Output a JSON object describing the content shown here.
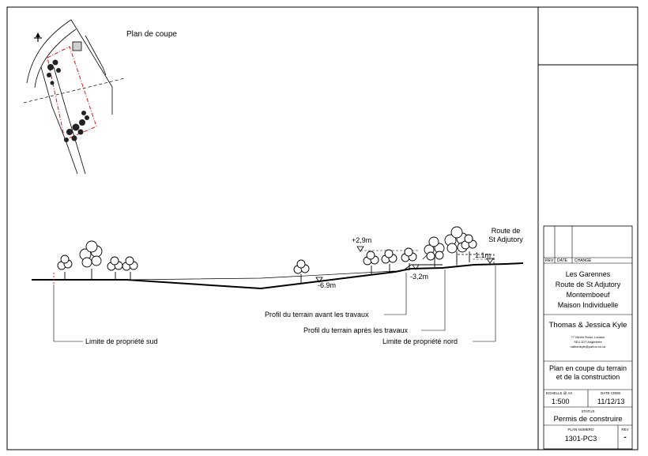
{
  "key_plan": {
    "title": "Plan de coupe"
  },
  "section": {
    "road_label_line1": "Route de",
    "road_label_line2": "St Adjutory",
    "level_plus29": "+2,9m",
    "level_11": "1.1m",
    "level_32": "-3,2m",
    "level_69": "-6.9m",
    "callout_profile_before": "Profil du terrain avant les travaux",
    "callout_profile_after": "Profil du terrain après les travaux",
    "callout_limit_north": "Limite de propriété nord",
    "callout_limit_south": "Limite de propriété sud"
  },
  "title_block": {
    "rev_header": {
      "rev": "REV",
      "date": "DATE",
      "change": "CHANGE"
    },
    "project": {
      "line1": "Les Garennes",
      "line2": "Route de St Adjutory",
      "line3": "Montemboeuf",
      "line4": "Maison Individuelle"
    },
    "client": {
      "name": "Thomas & Jessica Kyle",
      "address1": "77 Merlin Road, London",
      "address2": "SE4 1DT Angleterre",
      "email": "nathankyle@yahoo.co.uk"
    },
    "drawing_title_line1": "Plan en coupe du terrain",
    "drawing_title_line2": "et de la construction",
    "scale_label": "ECHELLE @ A3",
    "scale_value": "1:500",
    "date_label": "DATE CREE",
    "date_value": "11/12/13",
    "status_label": "STATUS",
    "status_value": "Permis de construire",
    "plan_number_label": "PLAN NUMERO",
    "plan_number_value": "1301-PC3",
    "rev_label": "REV",
    "rev_value": "-"
  }
}
